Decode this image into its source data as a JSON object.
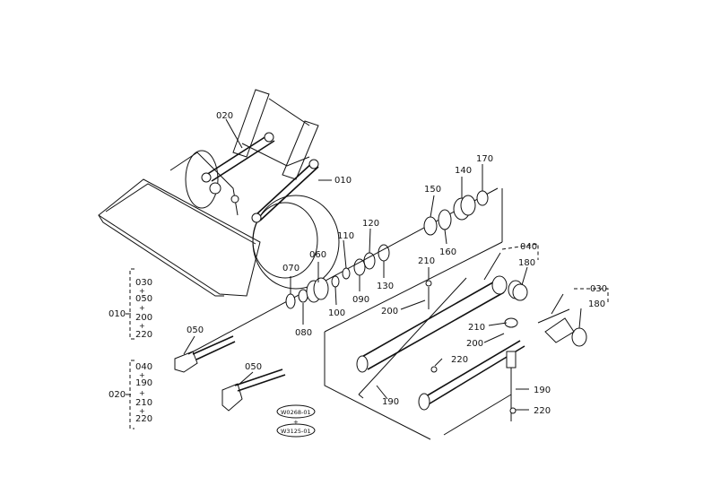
{
  "callouts": {
    "c010": "010",
    "c020": "020",
    "c030": "030",
    "c040": "040",
    "c050a": "050",
    "c050b": "050",
    "c060": "060",
    "c070": "070",
    "c080": "080",
    "c090": "090",
    "c100": "100",
    "c110": "110",
    "c120": "120",
    "c130": "130",
    "c140": "140",
    "c150": "150",
    "c160": "160",
    "c170": "170",
    "c180a": "180",
    "c180b": "180",
    "c190a": "190",
    "c190b": "190",
    "c200a": "200",
    "c200b": "200",
    "c210a": "210",
    "c210b": "210",
    "c220a": "220",
    "c220b": "220"
  },
  "legend": {
    "g010": {
      "label": "010",
      "items": [
        "030",
        "050",
        "200",
        "220"
      ]
    },
    "g020": {
      "label": "020",
      "items": [
        "040",
        "190",
        "210",
        "220"
      ]
    }
  },
  "stamps": {
    "top": "W0268-01",
    "bottom": "W3125-01"
  }
}
